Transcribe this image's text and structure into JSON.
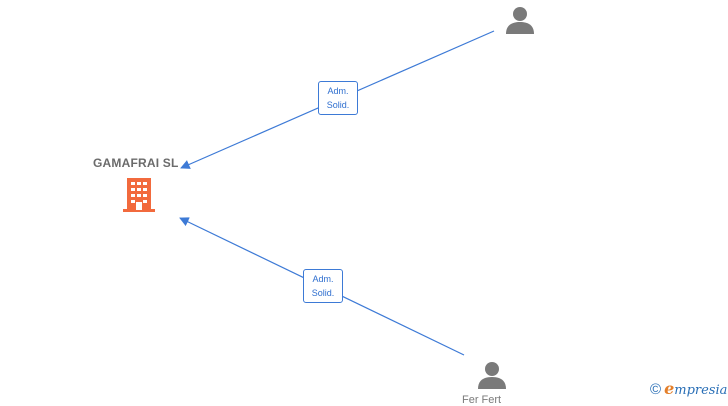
{
  "company": {
    "name": "GAMAFRAI SL",
    "icon": "building-icon",
    "color": "#f26a3d"
  },
  "persons": [
    {
      "icon": "person-icon",
      "label": ""
    },
    {
      "icon": "person-icon",
      "label": "Fer Fert"
    }
  ],
  "relations": [
    {
      "line1": "Adm.",
      "line2": "Solid."
    },
    {
      "line1": "Adm.",
      "line2": "Solid."
    }
  ],
  "colors": {
    "edge": "#3d7ad6",
    "person": "#7a7a7a"
  },
  "brand": {
    "copyright": "©",
    "initial": "e",
    "rest": "mpresia"
  }
}
